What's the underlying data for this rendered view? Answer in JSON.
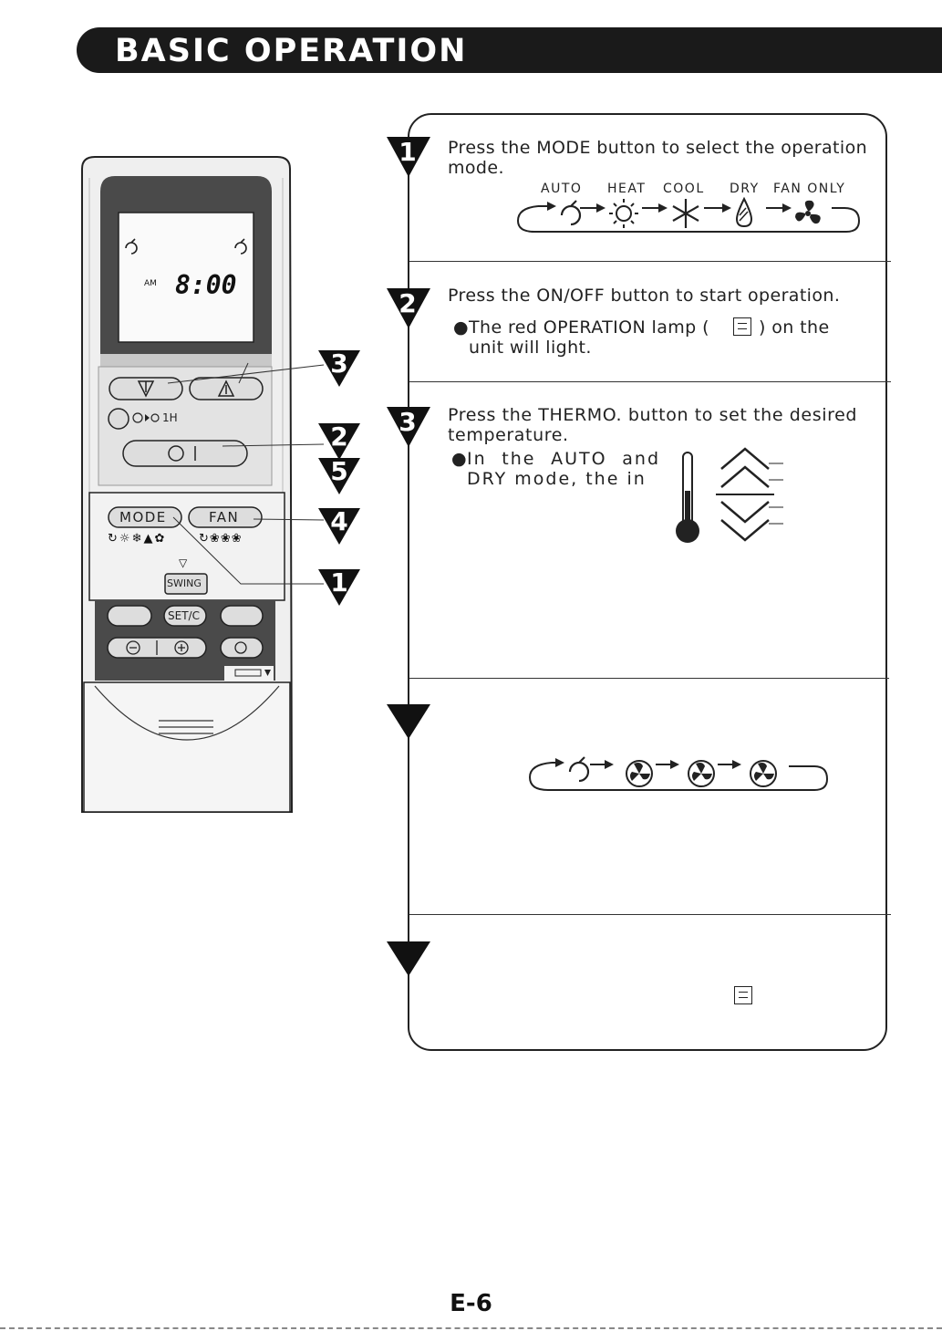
{
  "header": {
    "title": "BASIC OPERATION"
  },
  "steps": [
    {
      "num": "1",
      "text": "Press the MODE button to select the operation mode."
    },
    {
      "num": "2",
      "text": "Press the ON/OFF button to start operation.",
      "bullet": "The red OPERATION lamp (",
      "bullet_after": ") on the unit will light."
    },
    {
      "num": "3",
      "text": "Press the THERMO. button to set the desired temperature.",
      "bullet": "In the AUTO and DRY mode, the in"
    }
  ],
  "modes": {
    "auto": "AUTO",
    "heat": "HEAT",
    "cool": "COOL",
    "dry": "DRY",
    "fan_only": "FAN ONLY"
  },
  "remote": {
    "lcd_am": "AM",
    "lcd_time": "8:00",
    "timer_label": "1H",
    "mode_button": "MODE",
    "fan_button": "FAN",
    "swing_button": "SWING",
    "set_button": "SET/C"
  },
  "callouts": [
    "3",
    "2",
    "5",
    "4",
    "1"
  ],
  "page": {
    "number": "E-6"
  },
  "colors": {
    "header": "#1a1a1a",
    "remote_dark": "#4a4a4a",
    "remote_body": "#e8e8e8"
  }
}
